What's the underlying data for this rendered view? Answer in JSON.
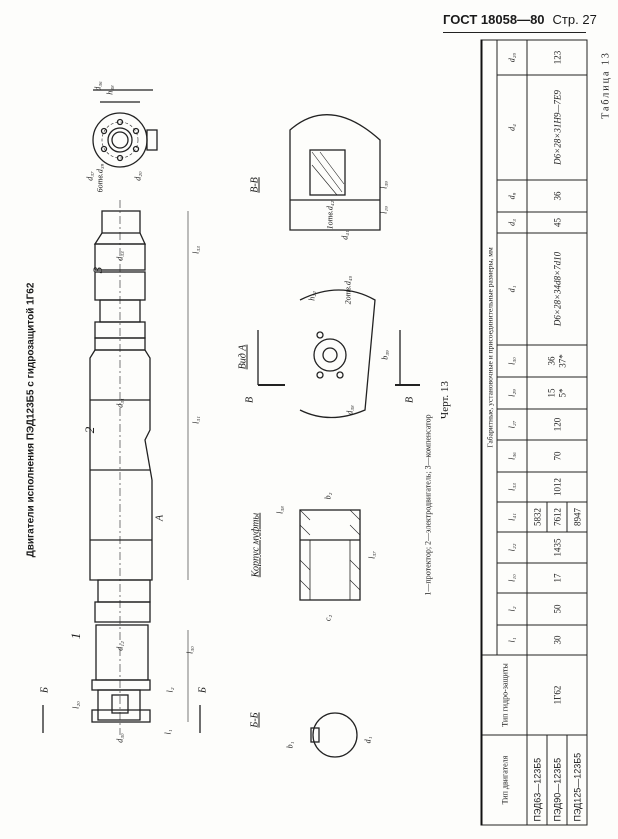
{
  "header": {
    "standard": "ГОСТ 18058—80",
    "page": "Стр. 27"
  },
  "figure": {
    "title": "Двигатели исполнения ПЭД123Б5 с гидрозащитой 1Г62",
    "parts": [
      "1",
      "2",
      "3"
    ],
    "views": {
      "view_a": "Вид А",
      "section_bb": "Б-Б",
      "section_vv": "В-В",
      "coupling": "Корпус муфты",
      "cut_b": "Б",
      "cut_v": "В",
      "arrow_a": "А"
    },
    "dims": {
      "d36": "d₃₆",
      "h38": "h₃₈",
      "d37": "d₃₇",
      "holes": "6отв.d₃₉",
      "d20": "d₂₀",
      "l33": "l₃₃",
      "l31": "l₃₁",
      "d33": "d₃₃",
      "d31": "d₃₁",
      "l30": "l₃₀",
      "dgp": "d₁₂",
      "dcp": "d₃₀",
      "l20": "l₂₀",
      "l2": "l₂",
      "l1": "l₁",
      "d1": "d₁",
      "b1": "b₁",
      "l38": "l₃₈",
      "l37": "l₃₇",
      "bp": "b₂",
      "cp": "c₂",
      "b39": "b₃₉",
      "d38": "d₃₈",
      "h22": "h₂₂",
      "holes2": "2отв.d₄₀",
      "l39": "l₃₉",
      "d41": "d₄₁",
      "l19": "l₁₉",
      "holes3": "1отв.d₄₂"
    },
    "legend": "1—протектор; 2—электродвигатель; 3—компенсатор",
    "caption": "Черт. 13"
  },
  "table": {
    "number": "Таблица 13",
    "col_motor": "Тип двигателя",
    "col_hydro": "Тип гидро-защиты",
    "group": "Габаритные, установочные и присоединительные размеры, мм",
    "dim_cols": [
      "l₁",
      "l₂",
      "l₁₀",
      "l₂₂",
      "l₄₁",
      "l₃₃",
      "l₃₆",
      "l₂₇",
      "l₂₉",
      "l₃₀",
      "d₁",
      "d₃",
      "d₉",
      "d₄",
      "d₂₀"
    ],
    "motors": [
      "ПЭД63—123Б5",
      "ПЭД90—123Б5",
      "ПЭД125—123Б5"
    ],
    "hydro": "1Г62",
    "l1": "30",
    "l2": "50",
    "l10": "17",
    "l22": "1435",
    "l41": [
      "5832",
      "7612",
      "8947"
    ],
    "l33": "1012",
    "l36": "70",
    "l27": "120",
    "l29": [
      "15",
      "5*"
    ],
    "l30": [
      "36",
      "37*"
    ],
    "d1": "D6×28×34d8×7d10",
    "d3": "45",
    "d9": "36",
    "d4": "D6×28×31H9—7E9",
    "d20": "123"
  }
}
